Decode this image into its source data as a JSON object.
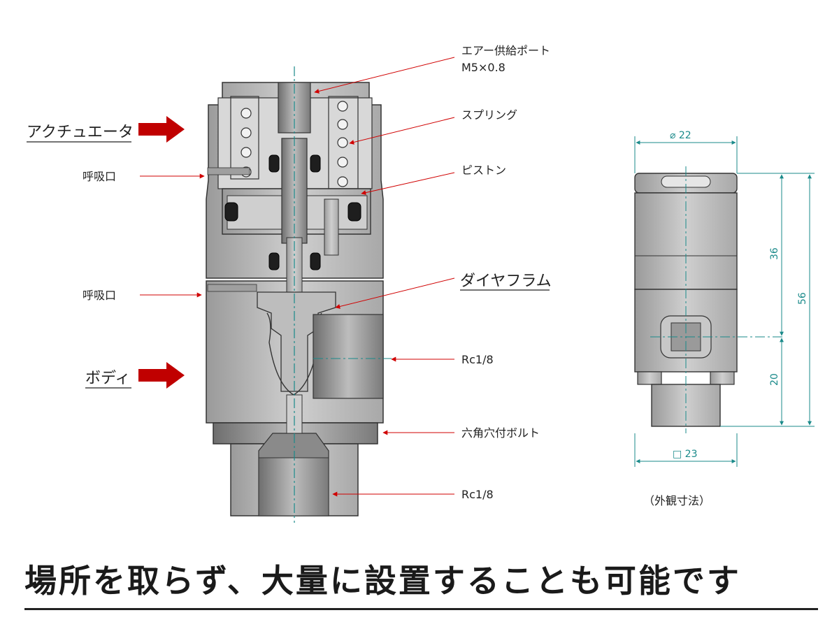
{
  "callouts": {
    "air_port_line1": "エアー供給ポート",
    "air_port_line2": "M5×0.8",
    "spring": "スプリング",
    "piston": "ピストン",
    "diaphragm": "ダイヤフラム",
    "rc_side": "Rc1/8",
    "hex_bolt": "六角穴付ボルト",
    "rc_bottom": "Rc1/8",
    "actuator": "アクチュエータ",
    "breather_top": "呼吸口",
    "breather_mid": "呼吸口",
    "body": "ボディ"
  },
  "dimensions": {
    "diameter": "⌀ 22",
    "height_upper": "36",
    "height_total": "56",
    "height_lower": "20",
    "square": "□ 23",
    "caption": "（外観寸法）"
  },
  "banner": {
    "text": "場所を取らず、大量に設置することも可能です"
  },
  "colors": {
    "arrow_red": "#c00000",
    "leader_red": "#d00000",
    "dim_teal": "#1a8a8a",
    "metal": "#b8b8b8"
  }
}
